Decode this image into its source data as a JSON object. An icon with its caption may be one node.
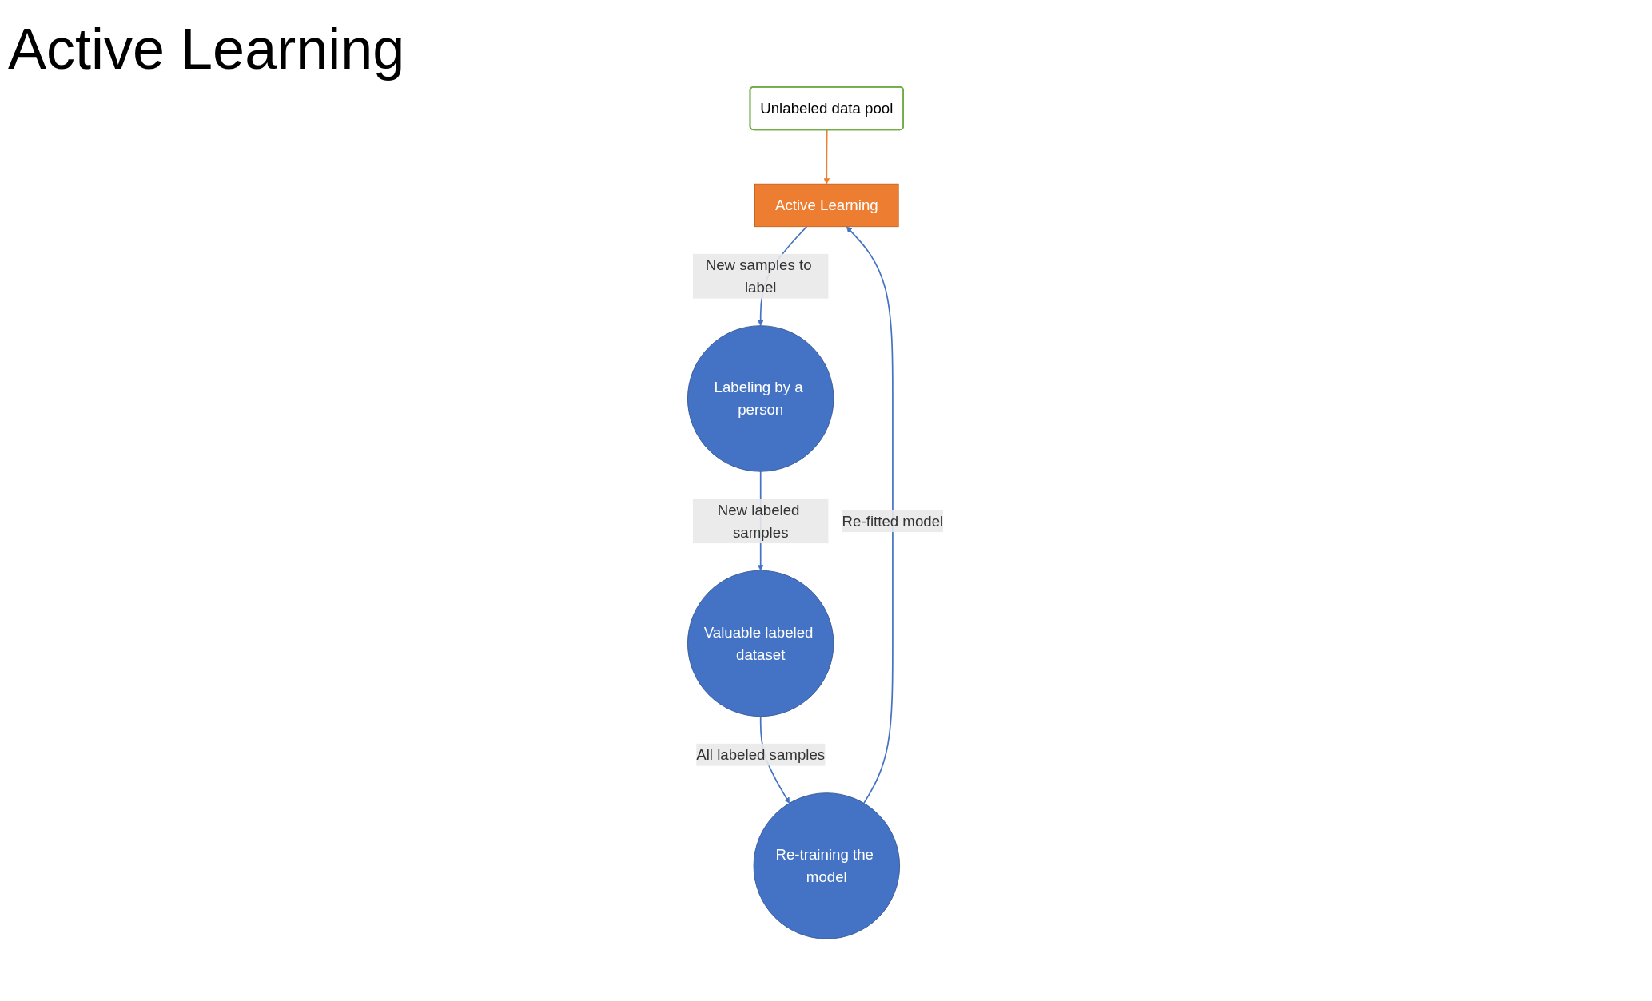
{
  "diagram": {
    "title": "Active Learning",
    "nodes": [
      {
        "text": [
          "Unlabeled data pool"
        ]
      },
      {
        "text": [
          "Active Learning"
        ]
      },
      {
        "text": [
          "Labeling by a person"
        ]
      },
      {
        "text": [
          "Valuable labeled dataset"
        ]
      },
      {
        "text": [
          "Re-training the model"
        ]
      }
    ],
    "edges": [
      {
        "from": 0,
        "to": 1,
        "arrow": "to",
        "color": "#ed7d31"
      },
      {
        "from": 1,
        "to": 2,
        "arrow": "to",
        "label": "New samples to label"
      },
      {
        "from": 2,
        "to": 3,
        "arrow": "to",
        "label": "New labeled samples"
      },
      {
        "from": 3,
        "to": 4,
        "arrow": "to",
        "label": "All labeled samples"
      },
      {
        "from": 4,
        "to": 1,
        "arrow": "to",
        "label": "Re-fitted model"
      }
    ]
  }
}
